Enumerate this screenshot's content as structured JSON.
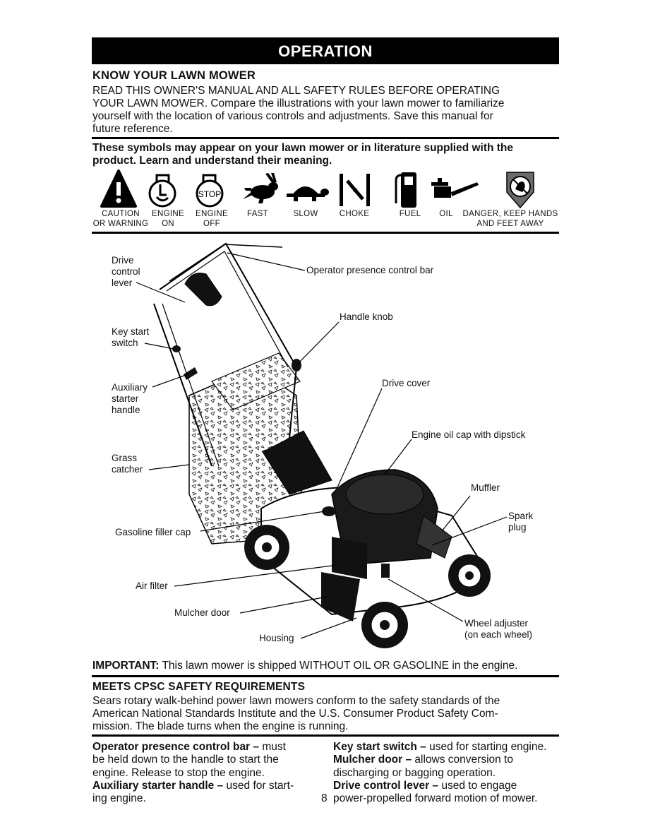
{
  "banner": "OPERATION",
  "know": {
    "heading": "KNOW YOUR LAWN MOWER",
    "lines": [
      "READ THIS OWNER'S MANUAL AND ALL SAFETY RULES BEFORE OPERATING",
      "YOUR LAWN MOWER.  Compare the illustrations with your lawn mower to familiarize",
      "yourself with the location of various controls and adjustments.  Save this manual for",
      "future reference."
    ]
  },
  "symbols": {
    "intro_lines": [
      "These symbols may appear on your lawn mower or in literature supplied with the",
      "product.  Learn and understand their meaning."
    ],
    "stop_text": "STOP",
    "items": [
      {
        "icon": "caution-warning-icon",
        "l1": "CAUTION",
        "l2": "OR WARNING"
      },
      {
        "icon": "engine-on-icon",
        "l1": "ENGINE",
        "l2": "ON"
      },
      {
        "icon": "engine-off-icon",
        "l1": "ENGINE",
        "l2": "OFF"
      },
      {
        "icon": "rabbit-fast-icon",
        "l1": "FAST",
        "l2": ""
      },
      {
        "icon": "turtle-slow-icon",
        "l1": "SLOW",
        "l2": ""
      },
      {
        "icon": "choke-icon",
        "l1": "CHOKE",
        "l2": ""
      },
      {
        "icon": "fuel-pump-icon",
        "l1": "FUEL",
        "l2": ""
      },
      {
        "icon": "oil-can-icon",
        "l1": "OIL",
        "l2": ""
      },
      {
        "icon": "danger-hands-icon",
        "l1": "DANGER, KEEP HANDS",
        "l2": "AND FEET AWAY"
      }
    ]
  },
  "diagram": {
    "labels": {
      "drive_control": [
        "Drive",
        "control",
        "lever"
      ],
      "opc_bar": "Operator presence control bar",
      "handle_knob": "Handle knob",
      "key_start": [
        "Key start",
        "switch"
      ],
      "drive_cover": "Drive cover",
      "aux_starter": [
        "Auxiliary",
        "starter",
        "handle"
      ],
      "oil_cap": "Engine oil cap with dipstick",
      "grass_catcher": [
        "Grass",
        "catcher"
      ],
      "muffler": "Muffler",
      "spark_plug": [
        "Spark",
        "plug"
      ],
      "gas_cap": "Gasoline filler cap",
      "air_filter": "Air filter",
      "mulcher_door": "Mulcher door",
      "wheel_adjuster": [
        "Wheel adjuster",
        "(on each wheel)"
      ],
      "housing": "Housing"
    }
  },
  "important": {
    "label": "IMPORTANT:",
    "text": " This lawn mower is shipped WITHOUT OIL OR GASOLINE in the engine."
  },
  "cpsc": {
    "heading": "MEETS CPSC SAFETY REQUIREMENTS",
    "lines": [
      "Sears rotary walk-behind power lawn mowers conform to the safety standards of the",
      "American National Standards Institute and the U.S. Consumer Product Safety Com-",
      "mission.  The blade turns when the engine is running."
    ]
  },
  "defs": {
    "left": {
      "t1": "Operator presence control bar –",
      "d1a": " must",
      "d1b": "be held down to the handle to start the",
      "d1c": "engine.  Release to stop the engine.",
      "t2": "Auxiliary starter handle –",
      "d2a": " used for start-",
      "d2b": "ing engine."
    },
    "right": {
      "t1": "Key start switch –",
      "d1a": " used for starting engine.",
      "t2": "Mulcher door –",
      "d2a": " allows conversion to",
      "d2b": "discharging or bagging operation.",
      "t3": "Drive control lever –",
      "d3a": " used to engage",
      "d3b": "power-propelled forward motion of mower."
    }
  },
  "page_number": "8"
}
